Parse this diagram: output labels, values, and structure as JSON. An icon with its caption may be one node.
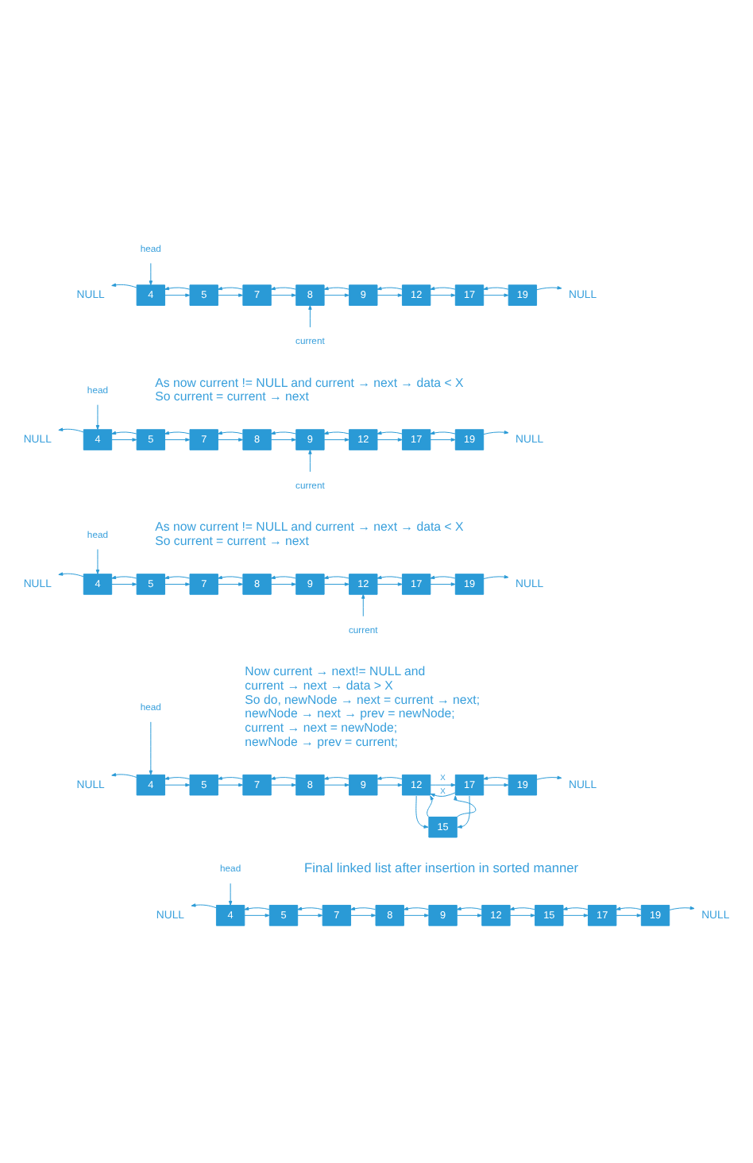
{
  "diagram": {
    "nodes": [
      {
        "text": [
          "head"
        ]
      },
      {
        "text": [
          "NULL"
        ]
      },
      {
        "text": [
          "4"
        ]
      },
      {
        "text": [
          "5"
        ]
      },
      {
        "text": [
          "7"
        ]
      },
      {
        "text": [
          "8"
        ]
      },
      {
        "text": [
          "9"
        ]
      },
      {
        "text": [
          "12"
        ]
      },
      {
        "text": [
          "17"
        ]
      },
      {
        "text": [
          "19"
        ]
      },
      {
        "text": [
          "NULL"
        ]
      },
      {
        "text": [
          "current"
        ]
      },
      {
        "text": [
          "head"
        ]
      },
      {
        "text": [
          "NULL"
        ]
      },
      {
        "text": [
          "4"
        ]
      },
      {
        "text": [
          "5"
        ]
      },
      {
        "text": [
          "7"
        ]
      },
      {
        "text": [
          "8"
        ]
      },
      {
        "text": [
          "9"
        ]
      },
      {
        "text": [
          "12"
        ]
      },
      {
        "text": [
          "17"
        ]
      },
      {
        "text": [
          "19"
        ]
      },
      {
        "text": [
          "NULL"
        ]
      },
      {
        "text": [
          "current"
        ]
      },
      {
        "text": [
          "head"
        ]
      },
      {
        "text": [
          "NULL"
        ]
      },
      {
        "text": [
          "4"
        ]
      },
      {
        "text": [
          "5"
        ]
      },
      {
        "text": [
          "7"
        ]
      },
      {
        "text": [
          "8"
        ]
      },
      {
        "text": [
          "9"
        ]
      },
      {
        "text": [
          "12"
        ]
      },
      {
        "text": [
          "17"
        ]
      },
      {
        "text": [
          "19"
        ]
      },
      {
        "text": [
          "NULL"
        ]
      },
      {
        "text": [
          "current"
        ]
      },
      {
        "text": [
          "head"
        ]
      },
      {
        "text": [
          "NULL"
        ]
      },
      {
        "text": [
          "4"
        ]
      },
      {
        "text": [
          "5"
        ]
      },
      {
        "text": [
          "7"
        ]
      },
      {
        "text": [
          "8"
        ]
      },
      {
        "text": [
          "9"
        ]
      },
      {
        "text": [
          "12"
        ]
      },
      {
        "text": [
          "17"
        ]
      },
      {
        "text": [
          "19"
        ]
      },
      {
        "text": [
          "NULL"
        ]
      },
      {
        "text": [
          "15"
        ]
      },
      {
        "text": [
          "head"
        ]
      },
      {
        "text": [
          "NULL"
        ]
      },
      {
        "text": [
          "4"
        ]
      },
      {
        "text": [
          "5"
        ]
      },
      {
        "text": [
          "7"
        ]
      },
      {
        "text": [
          "8"
        ]
      },
      {
        "text": [
          "9"
        ]
      },
      {
        "text": [
          "12"
        ]
      },
      {
        "text": [
          "15"
        ]
      },
      {
        "text": [
          "17"
        ]
      },
      {
        "text": [
          "19"
        ]
      },
      {
        "text": [
          "NULL"
        ]
      }
    ],
    "edges": [
      {
        "from": 0,
        "to": 2,
        "arrow": "to"
      },
      {
        "from": 2,
        "to": 1,
        "arrow": "to"
      },
      {
        "from": 2,
        "to": 3,
        "arrow": "to"
      },
      {
        "from": 3,
        "to": 2,
        "arrow": "to"
      },
      {
        "from": 3,
        "to": 4,
        "arrow": "to"
      },
      {
        "from": 4,
        "to": 3,
        "arrow": "to"
      },
      {
        "from": 4,
        "to": 5,
        "arrow": "to"
      },
      {
        "from": 5,
        "to": 4,
        "arrow": "to"
      },
      {
        "from": 5,
        "to": 6,
        "arrow": "to"
      },
      {
        "from": 6,
        "to": 5,
        "arrow": "to"
      },
      {
        "from": 6,
        "to": 7,
        "arrow": "to"
      },
      {
        "from": 7,
        "to": 6,
        "arrow": "to"
      },
      {
        "from": 7,
        "to": 8,
        "arrow": "to"
      },
      {
        "from": 8,
        "to": 7,
        "arrow": "to"
      },
      {
        "from": 8,
        "to": 9,
        "arrow": "to"
      },
      {
        "from": 9,
        "to": 8,
        "arrow": "to"
      },
      {
        "from": 9,
        "to": 10,
        "arrow": "to"
      },
      {
        "from": 11,
        "to": 5,
        "arrow": "to"
      },
      {
        "from": 12,
        "to": 14,
        "arrow": "to"
      },
      {
        "from": 14,
        "to": 13,
        "arrow": "to"
      },
      {
        "from": 14,
        "to": 15,
        "arrow": "to"
      },
      {
        "from": 15,
        "to": 14,
        "arrow": "to"
      },
      {
        "from": 15,
        "to": 16,
        "arrow": "to"
      },
      {
        "from": 16,
        "to": 15,
        "arrow": "to"
      },
      {
        "from": 16,
        "to": 17,
        "arrow": "to"
      },
      {
        "from": 17,
        "to": 16,
        "arrow": "to"
      },
      {
        "from": 17,
        "to": 18,
        "arrow": "to"
      },
      {
        "from": 18,
        "to": 17,
        "arrow": "to"
      },
      {
        "from": 18,
        "to": 19,
        "arrow": "to"
      },
      {
        "from": 19,
        "to": 18,
        "arrow": "to"
      },
      {
        "from": 19,
        "to": 20,
        "arrow": "to"
      },
      {
        "from": 20,
        "to": 19,
        "arrow": "to"
      },
      {
        "from": 20,
        "to": 21,
        "arrow": "to"
      },
      {
        "from": 21,
        "to": 20,
        "arrow": "to"
      },
      {
        "from": 21,
        "to": 22,
        "arrow": "to"
      },
      {
        "from": 23,
        "to": 18,
        "arrow": "to"
      },
      {
        "from": 24,
        "to": 26,
        "arrow": "to"
      },
      {
        "from": 26,
        "to": 25,
        "arrow": "to"
      },
      {
        "from": 26,
        "to": 27,
        "arrow": "to"
      },
      {
        "from": 27,
        "to": 26,
        "arrow": "to"
      },
      {
        "from": 27,
        "to": 28,
        "arrow": "to"
      },
      {
        "from": 28,
        "to": 27,
        "arrow": "to"
      },
      {
        "from": 28,
        "to": 29,
        "arrow": "to"
      },
      {
        "from": 29,
        "to": 28,
        "arrow": "to"
      },
      {
        "from": 29,
        "to": 30,
        "arrow": "to"
      },
      {
        "from": 30,
        "to": 29,
        "arrow": "to"
      },
      {
        "from": 30,
        "to": 31,
        "arrow": "to"
      },
      {
        "from": 31,
        "to": 30,
        "arrow": "to"
      },
      {
        "from": 31,
        "to": 32,
        "arrow": "to"
      },
      {
        "from": 32,
        "to": 31,
        "arrow": "to"
      },
      {
        "from": 32,
        "to": 33,
        "arrow": "to"
      },
      {
        "from": 33,
        "to": 32,
        "arrow": "to"
      },
      {
        "from": 33,
        "to": 34,
        "arrow": "to"
      },
      {
        "from": 35,
        "to": 31,
        "arrow": "to"
      },
      {
        "from": 36,
        "to": 38,
        "arrow": "to"
      },
      {
        "from": 38,
        "to": 37,
        "arrow": "to"
      },
      {
        "from": 38,
        "to": 39,
        "arrow": "to"
      },
      {
        "from": 39,
        "to": 38,
        "arrow": "to"
      },
      {
        "from": 39,
        "to": 40,
        "arrow": "to"
      },
      {
        "from": 40,
        "to": 39,
        "arrow": "to"
      },
      {
        "from": 40,
        "to": 41,
        "arrow": "to"
      },
      {
        "from": 41,
        "to": 40,
        "arrow": "to"
      },
      {
        "from": 41,
        "to": 42,
        "arrow": "to"
      },
      {
        "from": 42,
        "to": 41,
        "arrow": "to"
      },
      {
        "from": 42,
        "to": 43,
        "arrow": "to"
      },
      {
        "from": 43,
        "to": 42,
        "arrow": "to"
      },
      {
        "from": 43,
        "to": 44,
        "arrow": "to",
        "label": "X"
      },
      {
        "from": 44,
        "to": 43,
        "arrow": "to",
        "label": "X"
      },
      {
        "from": 43,
        "to": 47,
        "arrow": "to"
      },
      {
        "from": 47,
        "to": 43,
        "arrow": "to"
      },
      {
        "from": 47,
        "to": 44,
        "arrow": "to"
      },
      {
        "from": 44,
        "to": 47,
        "arrow": "to"
      },
      {
        "from": 44,
        "to": 45,
        "arrow": "to"
      },
      {
        "from": 45,
        "to": 44,
        "arrow": "to"
      },
      {
        "from": 45,
        "to": 46,
        "arrow": "to"
      },
      {
        "from": 48,
        "to": 50,
        "arrow": "to"
      },
      {
        "from": 50,
        "to": 49,
        "arrow": "to"
      },
      {
        "from": 50,
        "to": 51,
        "arrow": "to"
      },
      {
        "from": 51,
        "to": 50,
        "arrow": "to"
      },
      {
        "from": 51,
        "to": 52,
        "arrow": "to"
      },
      {
        "from": 52,
        "to": 51,
        "arrow": "to"
      },
      {
        "from": 52,
        "to": 53,
        "arrow": "to"
      },
      {
        "from": 53,
        "to": 52,
        "arrow": "to"
      },
      {
        "from": 53,
        "to": 54,
        "arrow": "to"
      },
      {
        "from": 54,
        "to": 53,
        "arrow": "to"
      },
      {
        "from": 54,
        "to": 55,
        "arrow": "to"
      },
      {
        "from": 55,
        "to": 54,
        "arrow": "to"
      },
      {
        "from": 55,
        "to": 56,
        "arrow": "to"
      },
      {
        "from": 56,
        "to": 55,
        "arrow": "to"
      },
      {
        "from": 56,
        "to": 57,
        "arrow": "to"
      },
      {
        "from": 57,
        "to": 56,
        "arrow": "to"
      },
      {
        "from": 57,
        "to": 58,
        "arrow": "to"
      },
      {
        "from": 58,
        "to": 57,
        "arrow": "to"
      },
      {
        "from": 58,
        "to": 59,
        "arrow": "to"
      }
    ],
    "labels": [
      "As now current != NULL and current → next → data < X",
      "So current = current → next",
      "As now current != NULL and current → next → data < X",
      "So current = current → next",
      "Now current → next!= NULL and",
      "current → next → data > X",
      "So do, newNode → next = current → next;",
      "newNode → next → prev = newNode;",
      "current → next = newNode;",
      "newNode → prev = current;",
      "Final linked list after insertion in sorted manner"
    ]
  }
}
